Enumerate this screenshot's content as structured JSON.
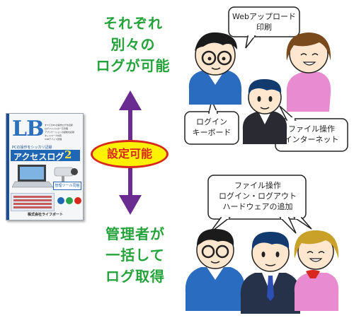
{
  "top_caption": [
    "それぞれ",
    "別々の",
    "ログが可能"
  ],
  "bottom_caption": [
    "管理者が",
    "一括して",
    "ログ取得"
  ],
  "center_badge": "設定可能",
  "top_bubbles": {
    "web": [
      "Webアップロード",
      "印刷"
    ],
    "login": [
      "ログイン",
      "キーボード"
    ],
    "file": [
      "ファイル操作",
      "インターネット"
    ]
  },
  "bottom_bubble": [
    "ファイル操作",
    "ログイン・ログアウト",
    "ハードウェアの追加"
  ],
  "product_box": {
    "logo": "LB",
    "subtitle": "PCの操作をシッカリ記録",
    "title": "アクセスログ",
    "version": "2",
    "publisher": "株式会社ライフボート",
    "badge": "管理ツール同梱",
    "features": [
      "すべてのPCの操作ログを記録",
      "ログファイルの一元管理",
      "アプリケーションの起動を記録",
      "ネットワーク共有",
      "USBデバイス管理"
    ]
  },
  "colors": {
    "green": "#24a33a",
    "arrow": "#6a2c91",
    "badge_fill": "#fff100",
    "badge_border": "#d8281e",
    "badge_text": "#d8281e"
  }
}
